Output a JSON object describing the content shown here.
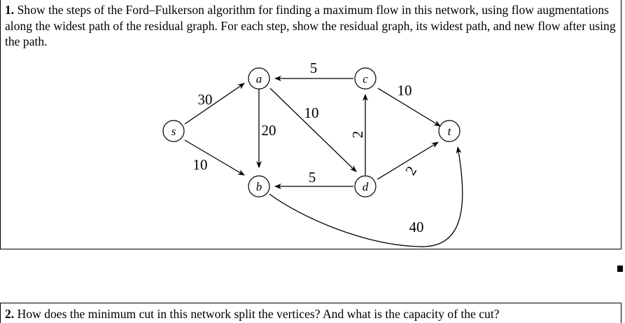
{
  "question1": {
    "number": "1.",
    "text": "Show the steps of the Ford–Fulkerson algorithm for finding a maximum flow in this network, using flow augmentations along the widest path of the residual graph. For each step, show the residual graph, its widest path, and new flow after using the path."
  },
  "graph": {
    "nodes": [
      "s",
      "a",
      "b",
      "c",
      "d",
      "t"
    ],
    "edges": [
      {
        "from": "s",
        "to": "a",
        "capacity": "30"
      },
      {
        "from": "s",
        "to": "b",
        "capacity": "10"
      },
      {
        "from": "a",
        "to": "b",
        "capacity": "20"
      },
      {
        "from": "a",
        "to": "d",
        "capacity": "10"
      },
      {
        "from": "c",
        "to": "a",
        "capacity": "5"
      },
      {
        "from": "c",
        "to": "t",
        "capacity": "10"
      },
      {
        "from": "d",
        "to": "c",
        "capacity": "2"
      },
      {
        "from": "d",
        "to": "b",
        "capacity": "5"
      },
      {
        "from": "d",
        "to": "t",
        "capacity": "2"
      },
      {
        "from": "b",
        "to": "t",
        "capacity": "40"
      }
    ]
  },
  "question2": {
    "number": "2.",
    "text": "How does the minimum cut in this network split the vertices? And what is the capacity of the cut?"
  }
}
